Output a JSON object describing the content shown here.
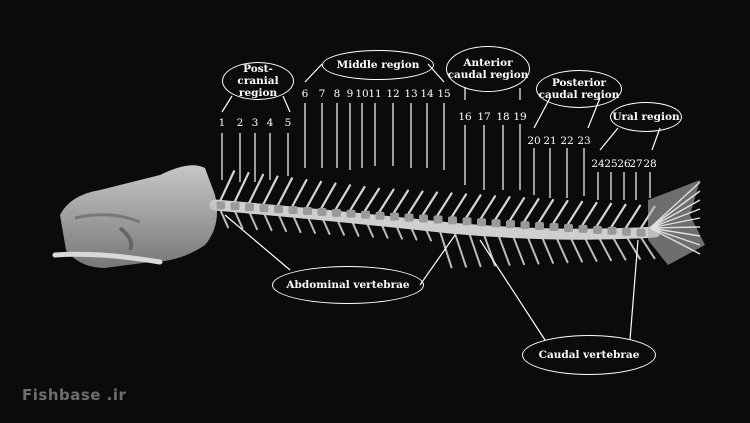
{
  "figure": {
    "regions": {
      "post_cranial": "Post-cranial region",
      "middle": "Middle region",
      "anterior_caudal": "Anterior caudal region",
      "posterior_caudal": "Posterior caudal region",
      "ural": "Ural region"
    },
    "groups": {
      "abdominal": "Abdominal vertebrae",
      "caudal": "Caudal vertebrae"
    },
    "vertebra_numbers": [
      "1",
      "2",
      "3",
      "4",
      "5",
      "6",
      "7",
      "8",
      "9",
      "10",
      "11",
      "12",
      "13",
      "14",
      "15",
      "16",
      "17",
      "18",
      "19",
      "20",
      "21",
      "22",
      "23",
      "24",
      "25",
      "26",
      "27",
      "28"
    ],
    "watermark": "Fishbase .ir",
    "colors": {
      "background": "#0b0b0b",
      "annotation": "#ffffff"
    }
  }
}
